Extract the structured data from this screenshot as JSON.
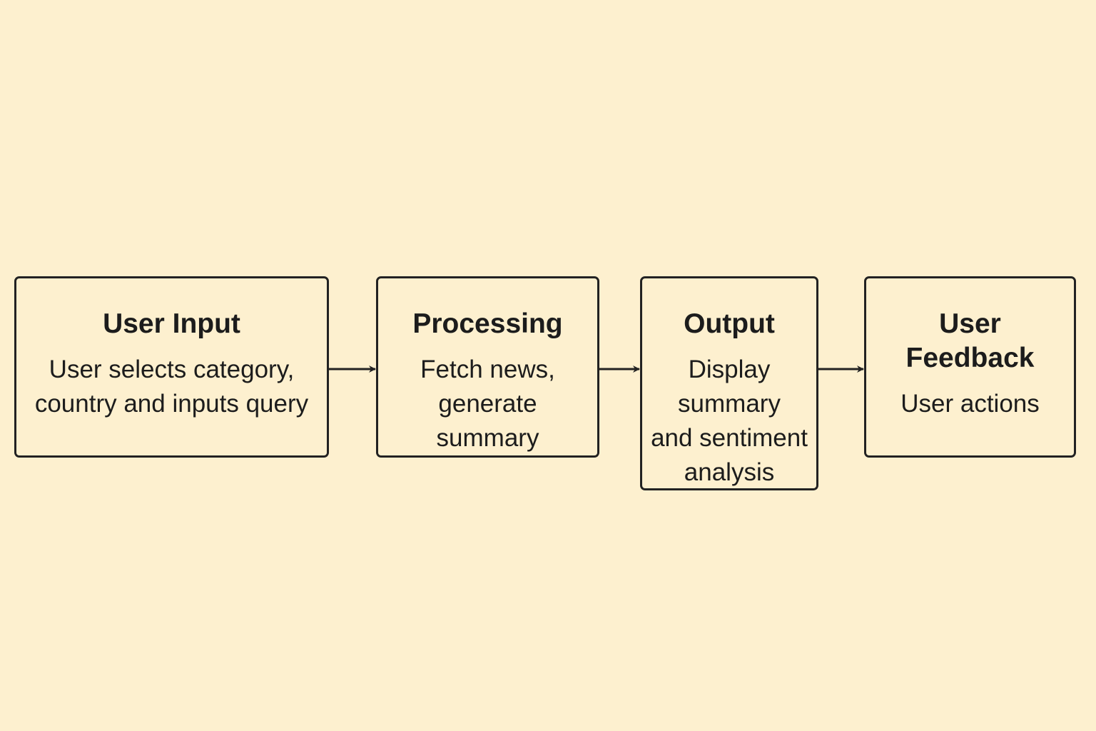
{
  "colors": {
    "background": "#fdf0cf",
    "stroke": "#222222",
    "text": "#1c1c1c"
  },
  "steps": [
    {
      "title": "User Input",
      "description": "User selects category,\ncountry and inputs query"
    },
    {
      "title": "Processing",
      "description": "Fetch news,\ngenerate\nsummary"
    },
    {
      "title": "Output",
      "description": "Display\nsummary\nand sentiment\nanalysis"
    },
    {
      "title": "User\nFeedback",
      "description": "User actions"
    }
  ]
}
